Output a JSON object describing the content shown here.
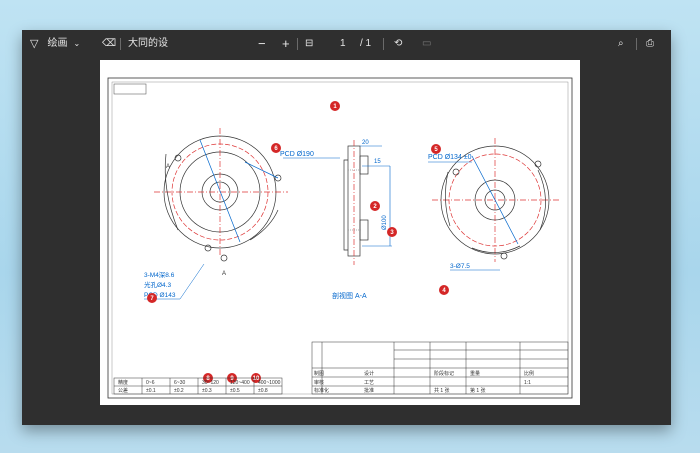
{
  "toolbar": {
    "draw_label": "绘画",
    "title": "大同的设",
    "page_current": "1",
    "page_total": "/ 1"
  },
  "drawing": {
    "callouts": {
      "pcd1": "PCD Ø190",
      "pcd2": "PCD Ø134 ±0",
      "hole1": "3-M4深8.6",
      "hole2": "光孔Ø4.3",
      "hole3": "PCD Ø143",
      "hole4": "3-Ø7.5",
      "dim_top": "20",
      "dim_mid": "15",
      "dim_dia": "Ø100",
      "section": "剖视图 A-A",
      "label_a1": "A",
      "label_a2": "A"
    },
    "bullets": [
      "1",
      "2",
      "3",
      "4",
      "5",
      "6",
      "7",
      "8",
      "9",
      "10"
    ],
    "title_block": {
      "rows": [
        [
          "制图",
          "",
          "设计",
          "",
          "阶段标记",
          "重量",
          "比例"
        ],
        [
          "审核",
          "",
          "工艺",
          "",
          "",
          "",
          "1:1"
        ],
        [
          "标准化",
          "",
          "批准",
          "",
          "共 1 张",
          "第 1 张",
          ""
        ]
      ]
    },
    "left_table": {
      "headers": [
        "精度",
        "0~6",
        "6~30",
        "30~120",
        "120~400",
        "400~1000"
      ],
      "values": [
        "公差",
        "±0.1",
        "±0.2",
        "±0.3",
        "±0.5",
        "±0.8"
      ]
    }
  }
}
